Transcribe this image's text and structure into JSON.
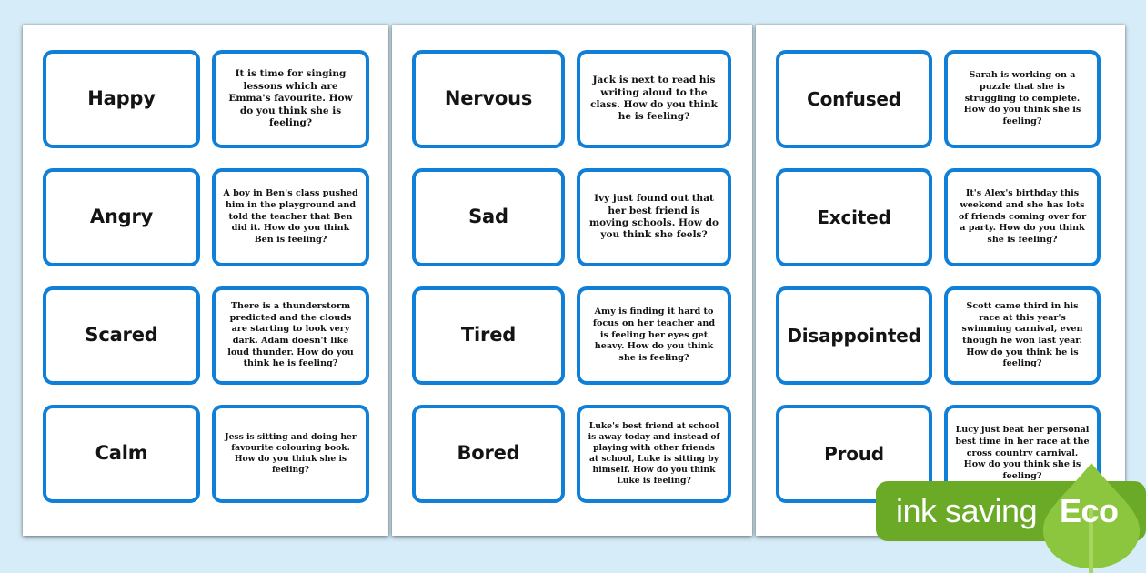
{
  "background_color": "#d6ecf8",
  "card_border_color": "#0f7fd8",
  "sheets": [
    {
      "name": "page-1",
      "rows": [
        {
          "label": "Happy",
          "scenario": "It is time for singing lessons which are Emma's favourite. How do you think she is feeling?"
        },
        {
          "label": "Angry",
          "scenario": "A boy in Ben's class pushed him in the playground and told the teacher that Ben did it. How do you think Ben is feeling?"
        },
        {
          "label": "Scared",
          "scenario": "There is a thunderstorm predicted and the clouds are starting to look very dark. Adam doesn't like loud thunder. How do you think he is feeling?"
        },
        {
          "label": "Calm",
          "scenario": "Jess is sitting and doing her favourite colouring book. How do you think she is feeling?"
        }
      ]
    },
    {
      "name": "page-2",
      "rows": [
        {
          "label": "Nervous",
          "scenario": "Jack is next to read his writing aloud to the class. How do you think he is feeling?"
        },
        {
          "label": "Sad",
          "scenario": "Ivy just found out that her best friend is moving schools. How do you think she feels?"
        },
        {
          "label": "Tired",
          "scenario": "Amy is finding it hard to focus on her teacher and is feeling her eyes get heavy. How do you think she is feeling?"
        },
        {
          "label": "Bored",
          "scenario": "Luke's best friend at school is away today and instead of playing with other friends at school, Luke is sitting by himself. How do you think Luke is feeling?"
        }
      ]
    },
    {
      "name": "page-3",
      "rows": [
        {
          "label": "Confused",
          "scenario": "Sarah is working on a puzzle that she is struggling to complete. How do you think she is feeling?"
        },
        {
          "label": "Excited",
          "scenario": "It's Alex's birthday this weekend and she has lots of friends coming over for a party. How do you think she is feeling?"
        },
        {
          "label": "Disappointed",
          "scenario": "Scott came third in his race at this year's swimming carnival, even though he won last year. How do you think he is feeling?"
        },
        {
          "label": "Proud",
          "scenario": "Lucy just beat her personal best time in her race at the cross country carnival. How do you think she is feeling?"
        }
      ]
    }
  ],
  "watermark": {
    "ink_saving_label": "ink saving",
    "eco_label": "Eco",
    "bar_color": "#6aaa27",
    "leaf_color": "#8cc63f"
  }
}
